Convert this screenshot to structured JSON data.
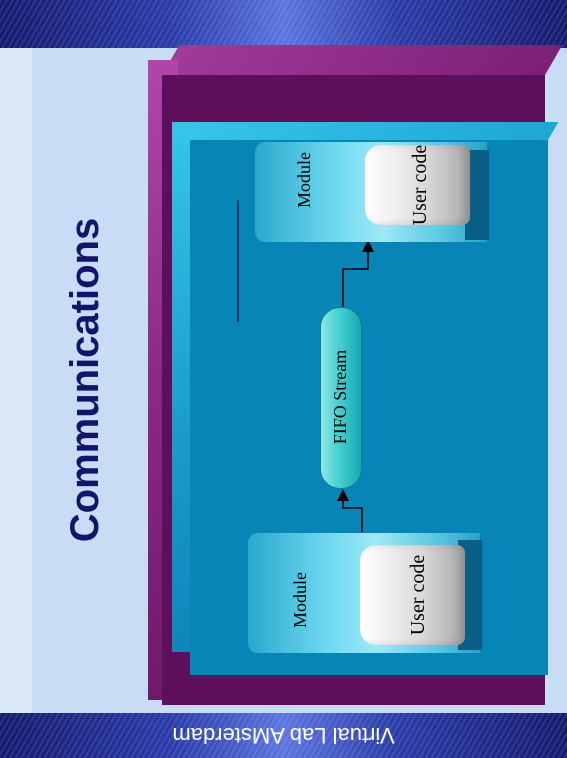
{
  "slide": {
    "title": "Communications",
    "footer": "Virtual Lab AMsterdam"
  },
  "diagram": {
    "modules": [
      {
        "label": "Module",
        "inner": "User code"
      },
      {
        "label": "Module",
        "inner": "User code"
      }
    ],
    "stream": {
      "label": "FIFO Stream"
    }
  },
  "colors": {
    "bar": "#1e2a8a",
    "background": "#c9dcf5",
    "frame": "#5d0f5c",
    "board": "#0685b6",
    "title": "#14146a"
  }
}
